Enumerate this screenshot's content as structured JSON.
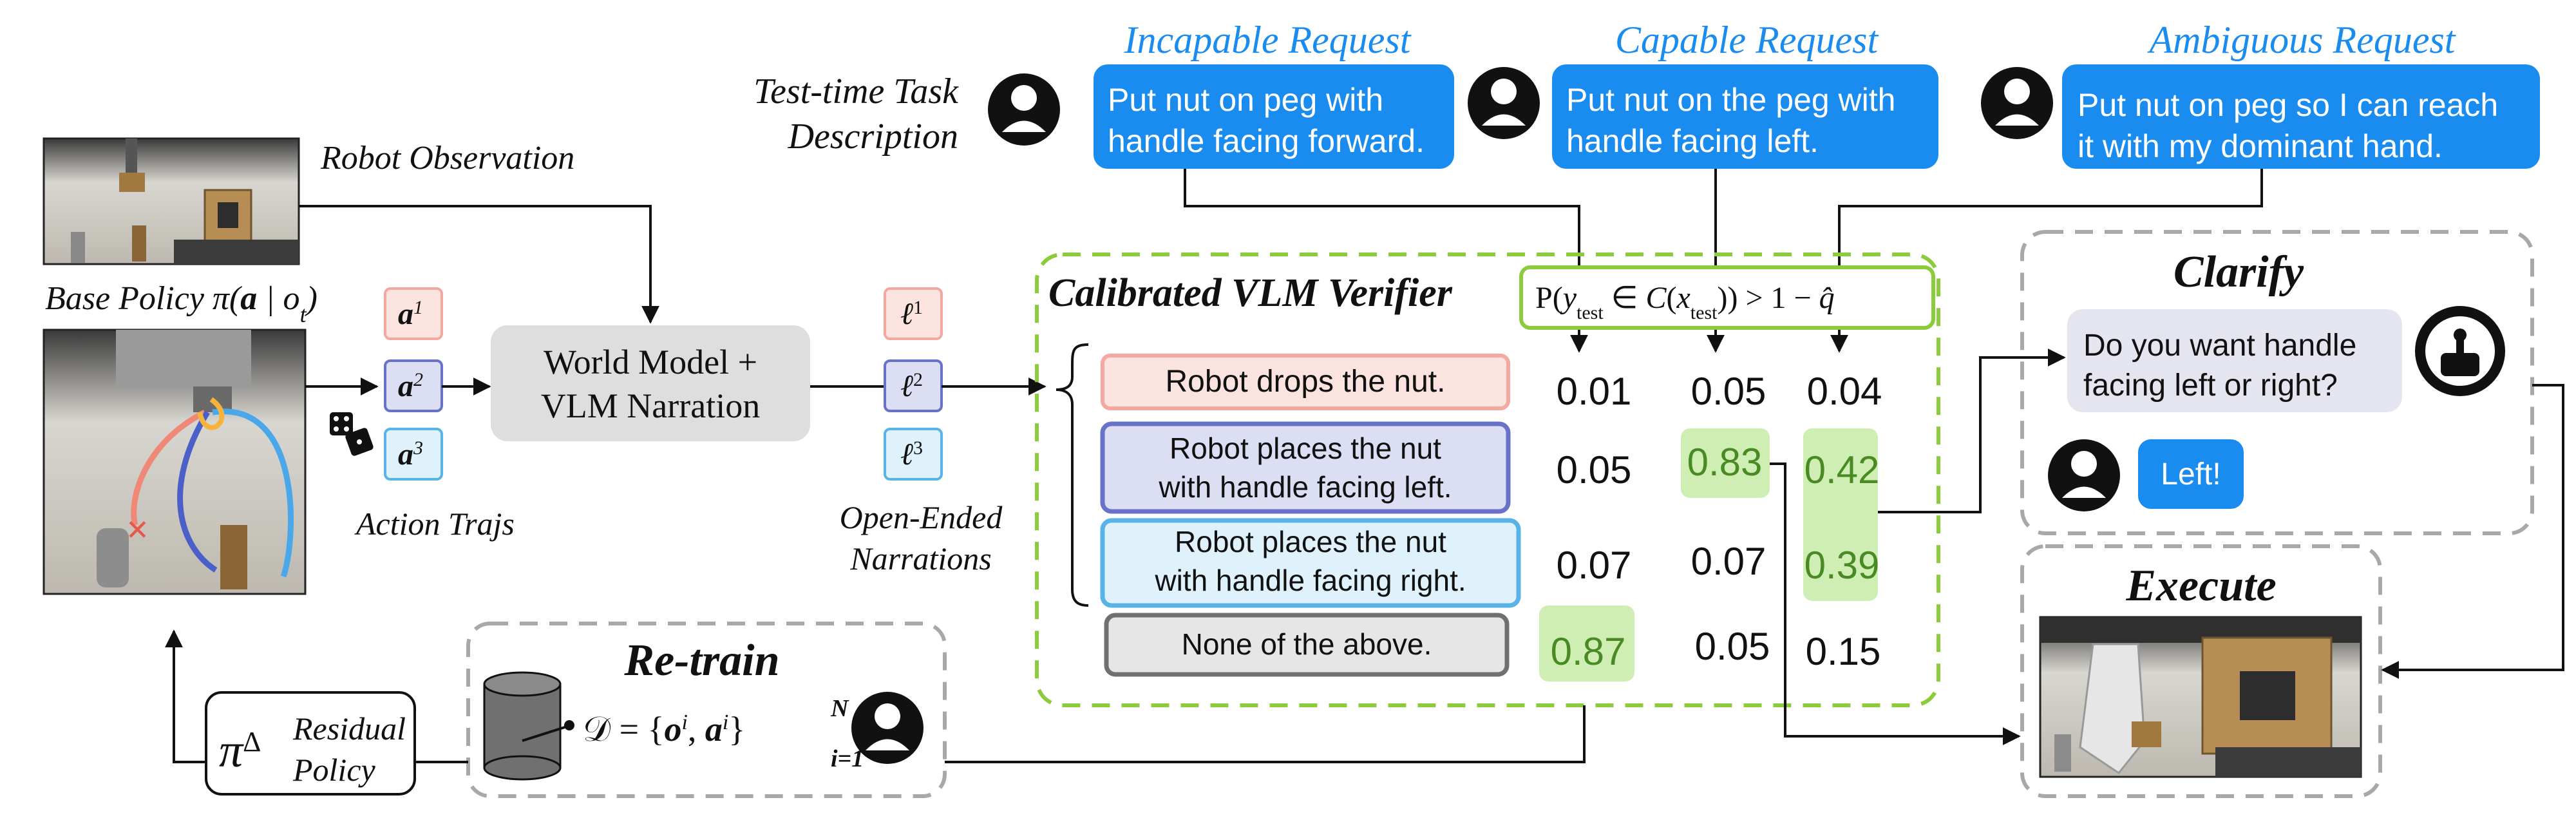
{
  "requests": [
    {
      "type": "Incapable Request",
      "text_lines": [
        "Put nut on peg with",
        "handle facing forward."
      ]
    },
    {
      "type": "Capable Request",
      "text_lines": [
        "Put nut on the peg with",
        "handle facing left."
      ]
    },
    {
      "type": "Ambiguous Request",
      "text_lines": [
        "Put nut on peg so I can reach",
        "it with my dominant hand."
      ]
    }
  ],
  "task_description": [
    "Test-time Task",
    "Description"
  ],
  "robot_observation": "Robot Observation",
  "base_policy": {
    "prefix": "Base Policy π(",
    "a": "a",
    "mid": " | o",
    "sub": "t",
    "suffix": ")"
  },
  "action_trajs": "Action Trajs",
  "actions": [
    {
      "base": "a",
      "sup": "1"
    },
    {
      "base": "a",
      "sup": "2"
    },
    {
      "base": "a",
      "sup": "3"
    }
  ],
  "world_model": [
    "World Model +",
    "VLM Narration"
  ],
  "narrations": [
    {
      "base": "ℓ",
      "sup": "1"
    },
    {
      "base": "ℓ",
      "sup": "2"
    },
    {
      "base": "ℓ",
      "sup": "3"
    }
  ],
  "open_ended": [
    "Open-Ended",
    "Narrations"
  ],
  "verifier": {
    "title": "Calibrated VLM Verifier",
    "condition": {
      "p": "P(",
      "y": "y",
      "ysub": "test",
      "elem": " ∈ ",
      "C": "C",
      "lp": "(",
      "x": "x",
      "xsub": "test",
      "rp": "))",
      "gt": " > 1 − ",
      "qhat": "q̂"
    }
  },
  "options": [
    {
      "lines": [
        "Robot drops the nut."
      ],
      "scores": [
        "0.01",
        "0.05",
        "0.04"
      ]
    },
    {
      "lines": [
        "Robot places the nut",
        "with handle facing left."
      ],
      "scores": [
        "0.05",
        "0.83",
        "0.42"
      ]
    },
    {
      "lines": [
        "Robot places the nut",
        "with handle facing right."
      ],
      "scores": [
        "0.07",
        "0.07",
        "0.39"
      ]
    },
    {
      "lines": [
        "None of the above."
      ],
      "scores": [
        "0.87",
        "0.05",
        "0.15"
      ]
    }
  ],
  "clarify": {
    "title": "Clarify",
    "question": [
      "Do you want handle",
      "facing left or right?"
    ],
    "answer": "Left!"
  },
  "execute": {
    "title": "Execute"
  },
  "retrain": {
    "title": "Re-train",
    "dataset": {
      "D": "𝒟 = {",
      "o": "o",
      "isup": "i",
      "comma": ", ",
      "a": "a",
      "isup2": "i",
      "close": "}",
      "sub": "i=1",
      "sup": "N"
    }
  },
  "residual": {
    "pi": "π",
    "delta": "Δ",
    "label": [
      "Residual",
      "Policy"
    ]
  },
  "colors": {
    "blue_bubble": "#1a8cf0",
    "green_dash": "#8ccc3c",
    "green_highlight": "#cfeeb3",
    "red_box": "#f3a8a0",
    "red_fill": "#fbe3df",
    "purple_box": "#6872c8",
    "purple_fill": "#dcdff3",
    "cyan_box": "#58b4e6",
    "cyan_fill": "#dff1fb",
    "gray_box": "#707070",
    "gray_fill": "#e6e6e6",
    "gray_dash": "#a8a8a8"
  }
}
